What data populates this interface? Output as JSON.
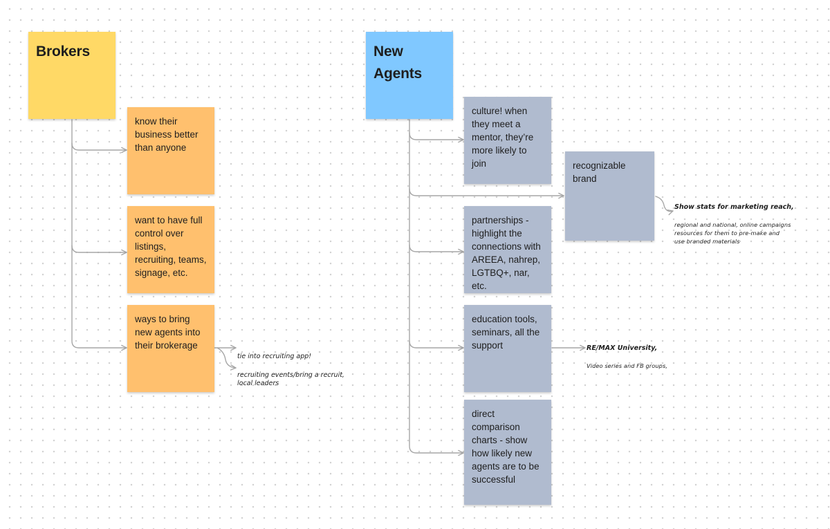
{
  "board": {
    "brokers": {
      "title": "Brokers",
      "notes": [
        "know their\nbusiness better\nthan anyone",
        "want to have full\ncontrol over\nlistings,\nrecruiting, teams,\nsignage, etc.",
        "ways to bring\nnew agents into\ntheir brokerage"
      ],
      "annotations": [
        "tie into recruiting app!",
        "recruiting events/bring a recruit,\nlocal leaders"
      ]
    },
    "new_agents": {
      "title": "New\nAgents",
      "notes": [
        "culture! when\nthey meet a\nmentor, they’re\nmore likely to join",
        "recognizable\nbrand",
        "partnerships -\nhighlight the\nconnections with\nAREEA, nahrep,\nLGTBQ+, nar, etc.",
        "education tools,\nseminars, all the\nsupport",
        "direct\ncomparison\ncharts - show\nhow likely new\nagents are to be\nsuccessful"
      ],
      "annotations": {
        "brand_first": "Show stats for marketing reach,",
        "brand_rest": "regional and national, online campaigns\nresources for them to pre-make and\nuse branded materials",
        "education_first": "RE/MAX University,",
        "education_rest": "Video series and FB groups,"
      }
    }
  },
  "colors": {
    "header_yellow": "#ffd966",
    "header_blue": "#80c8ff",
    "note_orange": "#ffc06e",
    "note_gray": "#b0bbcf",
    "connector": "#a6a6a6"
  }
}
